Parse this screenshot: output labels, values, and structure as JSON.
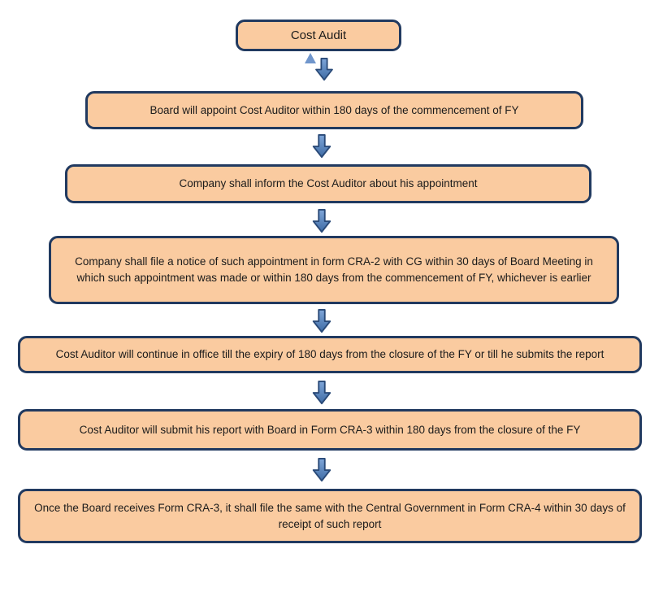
{
  "diagram": {
    "title": "Cost Audit process flowchart",
    "nodes": [
      {
        "text": "Cost Audit"
      },
      {
        "text": "Board will appoint Cost Auditor within 180 days of the commencement of FY"
      },
      {
        "text": "Company shall inform the Cost Auditor about his appointment"
      },
      {
        "text": "Company shall file a notice of such appointment in form CRA-2 with CG within 30 days of Board Meeting in which such appointment was made or within 180 days from the commencement of FY, whichever is earlier"
      },
      {
        "text": "Cost Auditor will continue in office till the expiry of 180 days from the closure of the FY or till he submits the report"
      },
      {
        "text": "Cost Auditor will submit his report with Board in Form CRA-3 within 180 days from the closure of the FY"
      },
      {
        "text": "Once the Board receives Form CRA-3, it shall file the same with the Central Government in Form CRA-4 within 30 days of receipt of such report"
      }
    ],
    "icons": {
      "connector": "block-down-arrow-icon",
      "marker": "small-up-triangle-icon"
    },
    "colors": {
      "background": "#ffffff",
      "box_fill": "#facba0",
      "box_border": "#213a60",
      "text": "#1b1b1b",
      "arrow_fill_light": "#7fa6d9",
      "arrow_fill_dark": "#3f6ca5",
      "arrow_border": "#2a4a78",
      "up_triangle": "#7096cc"
    }
  }
}
